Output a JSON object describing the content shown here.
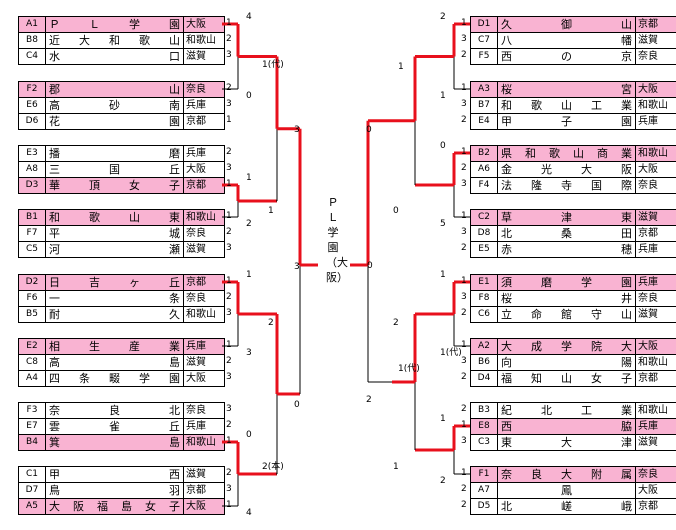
{
  "left": [
    {
      "teams": [
        {
          "code": "A1",
          "name": "ＰＬ学園",
          "pref": "大阪",
          "hl": true
        },
        {
          "code": "B8",
          "name": "近大和歌山",
          "pref": "和歌山",
          "hl": false
        },
        {
          "code": "C4",
          "name": "水口",
          "pref": "滋賀",
          "hl": false
        }
      ]
    },
    {
      "teams": [
        {
          "code": "F2",
          "name": "郡山",
          "pref": "奈良",
          "hl": true
        },
        {
          "code": "E6",
          "name": "高砂南",
          "pref": "兵庫",
          "hl": false
        },
        {
          "code": "D6",
          "name": "花園",
          "pref": "京都",
          "hl": false
        }
      ]
    },
    {
      "teams": [
        {
          "code": "E3",
          "name": "播磨",
          "pref": "兵庫",
          "hl": false
        },
        {
          "code": "A8",
          "name": "三国丘",
          "pref": "大阪",
          "hl": false
        },
        {
          "code": "D3",
          "name": "華頂女子",
          "pref": "京都",
          "hl": true
        }
      ]
    },
    {
      "teams": [
        {
          "code": "B1",
          "name": "和歌山東",
          "pref": "和歌山",
          "hl": true
        },
        {
          "code": "F7",
          "name": "平城",
          "pref": "奈良",
          "hl": false
        },
        {
          "code": "C5",
          "name": "河瀬",
          "pref": "滋賀",
          "hl": false
        }
      ]
    },
    {
      "teams": [
        {
          "code": "D2",
          "name": "日吉ヶ丘",
          "pref": "京都",
          "hl": true
        },
        {
          "code": "F6",
          "name": "一条",
          "pref": "奈良",
          "hl": false
        },
        {
          "code": "B5",
          "name": "耐久",
          "pref": "和歌山",
          "hl": false
        }
      ]
    },
    {
      "teams": [
        {
          "code": "E2",
          "name": "相生産業",
          "pref": "兵庫",
          "hl": true
        },
        {
          "code": "C8",
          "name": "高島",
          "pref": "滋賀",
          "hl": false
        },
        {
          "code": "A4",
          "name": "四条畷学園",
          "pref": "大阪",
          "hl": false
        }
      ]
    },
    {
      "teams": [
        {
          "code": "F3",
          "name": "奈良北",
          "pref": "奈良",
          "hl": false
        },
        {
          "code": "E7",
          "name": "雲雀丘",
          "pref": "兵庫",
          "hl": false
        },
        {
          "code": "B4",
          "name": "箕島",
          "pref": "和歌山",
          "hl": true
        }
      ]
    },
    {
      "teams": [
        {
          "code": "C1",
          "name": "甲西",
          "pref": "滋賀",
          "hl": false
        },
        {
          "code": "D7",
          "name": "鳥羽",
          "pref": "京都",
          "hl": false
        },
        {
          "code": "A5",
          "name": "大阪福島女子",
          "pref": "大阪",
          "hl": true
        }
      ]
    }
  ],
  "right": [
    {
      "teams": [
        {
          "code": "D1",
          "name": "久御山",
          "pref": "京都",
          "hl": true
        },
        {
          "code": "C7",
          "name": "八幡",
          "pref": "滋賀",
          "hl": false
        },
        {
          "code": "F5",
          "name": "西の京",
          "pref": "奈良",
          "hl": false
        }
      ]
    },
    {
      "teams": [
        {
          "code": "A3",
          "name": "桜宮",
          "pref": "大阪",
          "hl": true
        },
        {
          "code": "B7",
          "name": "和歌山工業",
          "pref": "和歌山",
          "hl": false
        },
        {
          "code": "E4",
          "name": "甲子園",
          "pref": "兵庫",
          "hl": false
        }
      ]
    },
    {
      "teams": [
        {
          "code": "B2",
          "name": "県和歌山商業",
          "pref": "和歌山",
          "hl": true
        },
        {
          "code": "A6",
          "name": "金光大阪",
          "pref": "大阪",
          "hl": false
        },
        {
          "code": "F4",
          "name": "法隆寺国際",
          "pref": "奈良",
          "hl": false
        }
      ]
    },
    {
      "teams": [
        {
          "code": "C2",
          "name": "草津東",
          "pref": "滋賀",
          "hl": true
        },
        {
          "code": "D8",
          "name": "北桑田",
          "pref": "京都",
          "hl": false
        },
        {
          "code": "E5",
          "name": "赤穂",
          "pref": "兵庫",
          "hl": false
        }
      ]
    },
    {
      "teams": [
        {
          "code": "E1",
          "name": "須磨学園",
          "pref": "兵庫",
          "hl": true
        },
        {
          "code": "F8",
          "name": "桜井",
          "pref": "奈良",
          "hl": false
        },
        {
          "code": "C6",
          "name": "立命館守山",
          "pref": "滋賀",
          "hl": false
        }
      ]
    },
    {
      "teams": [
        {
          "code": "A2",
          "name": "大成学院大",
          "pref": "大阪",
          "hl": true
        },
        {
          "code": "B6",
          "name": "向陽",
          "pref": "和歌山",
          "hl": false
        },
        {
          "code": "D4",
          "name": "福知山女子",
          "pref": "京都",
          "hl": false
        }
      ]
    },
    {
      "teams": [
        {
          "code": "B3",
          "name": "紀北工業",
          "pref": "和歌山",
          "hl": false
        },
        {
          "code": "E8",
          "name": "西脇",
          "pref": "兵庫",
          "hl": true
        },
        {
          "code": "C3",
          "name": "東大津",
          "pref": "滋賀",
          "hl": false
        }
      ]
    },
    {
      "teams": [
        {
          "code": "F1",
          "name": "奈良大附属",
          "pref": "奈良",
          "hl": true
        },
        {
          "code": "A7",
          "name": "鳳",
          "pref": "大阪",
          "hl": false
        },
        {
          "code": "D5",
          "name": "北嵯峨",
          "pref": "京都",
          "hl": false
        }
      ]
    }
  ],
  "scores": {
    "leftGroups": [
      [
        "1",
        "2",
        "3"
      ],
      [
        "2",
        "3",
        "1"
      ],
      [
        "2",
        "3",
        "1"
      ],
      [
        "1",
        "2",
        "3"
      ],
      [
        "1",
        "2",
        "3"
      ],
      [
        "1",
        "2",
        "3"
      ],
      [
        "3",
        "2",
        "1"
      ],
      [
        "2",
        "3",
        "1"
      ]
    ],
    "rightGroups": [
      [
        "1",
        "3",
        "2"
      ],
      [
        "1",
        "3",
        "2"
      ],
      [
        "1",
        "2",
        "3"
      ],
      [
        "1",
        "3",
        "2"
      ],
      [
        "1",
        "3",
        "2"
      ],
      [
        "1",
        "3",
        "2"
      ],
      [
        "2",
        "1",
        "3"
      ],
      [
        "1",
        "2",
        "2"
      ]
    ],
    "leftR1": [
      "4",
      "0",
      "1",
      "2",
      "1",
      "3",
      "0",
      "4"
    ],
    "leftR2": [
      "1(代)",
      "3",
      "1",
      "2",
      "0",
      "2(本)"
    ],
    "leftR3": [
      "3",
      "0"
    ],
    "rightR1": [
      "2",
      "1",
      "0",
      "5",
      "1",
      "1(代)",
      "1",
      "2"
    ],
    "rightR2": [
      "1",
      "0",
      "2",
      "1"
    ],
    "rightR3": [
      "0",
      "2"
    ],
    "center": "0"
  },
  "champion": "ＰＬ学園（大阪）",
  "colors": {
    "highlight": "#f9b3d2",
    "line": "#e8101c"
  }
}
